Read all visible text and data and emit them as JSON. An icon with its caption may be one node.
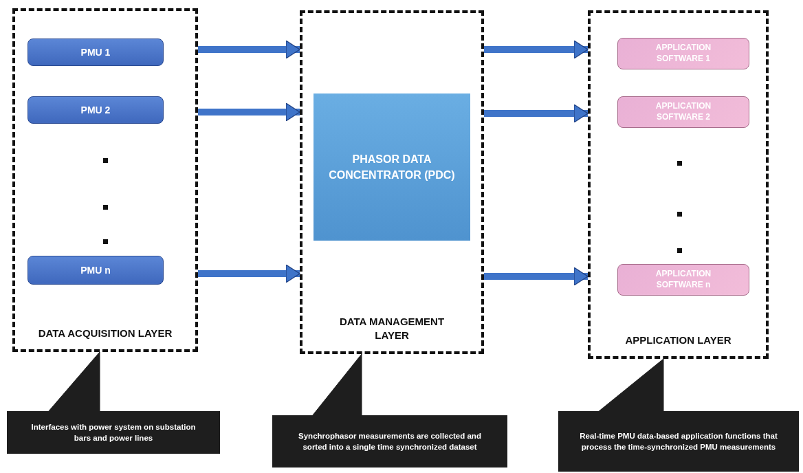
{
  "diagram": {
    "nodes": [
      {
        "text": [
          "DATA ACQUISITION LAYER"
        ]
      },
      {
        "text": [
          "PMU 1"
        ],
        "in": 0
      },
      {
        "text": [
          "PMU 2"
        ],
        "in": 0
      },
      {
        "text": [
          "PMU n"
        ],
        "in": 0
      },
      {
        "text": [
          "DATA MANAGEMENT LAYER"
        ]
      },
      {
        "text": [
          "PHASOR DATA CONCENTRATOR (PDC)"
        ],
        "in": 4
      },
      {
        "text": [
          "APPLICATION LAYER"
        ]
      },
      {
        "text": [
          "APPLICATION SOFTWARE 1"
        ],
        "in": 6
      },
      {
        "text": [
          "APPLICATION SOFTWARE 2"
        ],
        "in": 6
      },
      {
        "text": [
          "APPLICATION SOFTWARE n"
        ],
        "in": 6
      },
      {
        "text": [
          "Interfaces with power system on substation bars and power lines"
        ]
      },
      {
        "text": [
          "Synchrophasor measurements are collected and sorted into a single time synchronized dataset"
        ]
      },
      {
        "text": [
          "Real-time PMU data-based application functions that process the time-synchronized PMU measurements"
        ]
      }
    ],
    "edges": [
      {
        "from": 0,
        "to": 4,
        "arrow": "to"
      },
      {
        "from": 0,
        "to": 4,
        "arrow": "to"
      },
      {
        "from": 0,
        "to": 4,
        "arrow": "to"
      },
      {
        "from": 4,
        "to": 6,
        "arrow": "to"
      },
      {
        "from": 4,
        "to": 6,
        "arrow": "to"
      },
      {
        "from": 4,
        "to": 6,
        "arrow": "to"
      },
      {
        "from": 10,
        "to": 0,
        "arrow": "to",
        "color": "#1e1e1e"
      },
      {
        "from": 11,
        "to": 4,
        "arrow": "to",
        "color": "#1e1e1e"
      },
      {
        "from": 12,
        "to": 6,
        "arrow": "to",
        "color": "#1e1e1e"
      }
    ]
  }
}
